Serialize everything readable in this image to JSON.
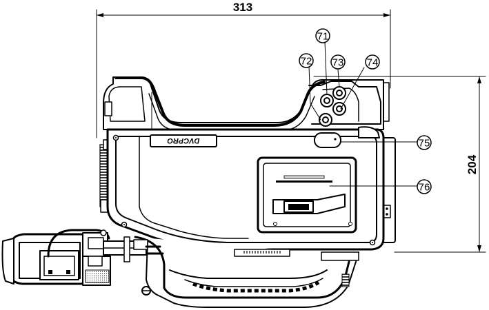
{
  "dimensions": {
    "width_label": "313",
    "height_label": "204"
  },
  "callouts": [
    {
      "id": "71",
      "label": "71"
    },
    {
      "id": "72",
      "label": "72"
    },
    {
      "id": "73",
      "label": "73"
    },
    {
      "id": "74",
      "label": "74"
    },
    {
      "id": "75",
      "label": "75"
    },
    {
      "id": "76",
      "label": "76"
    }
  ],
  "brand": {
    "logo_text": "DVCPRO"
  }
}
